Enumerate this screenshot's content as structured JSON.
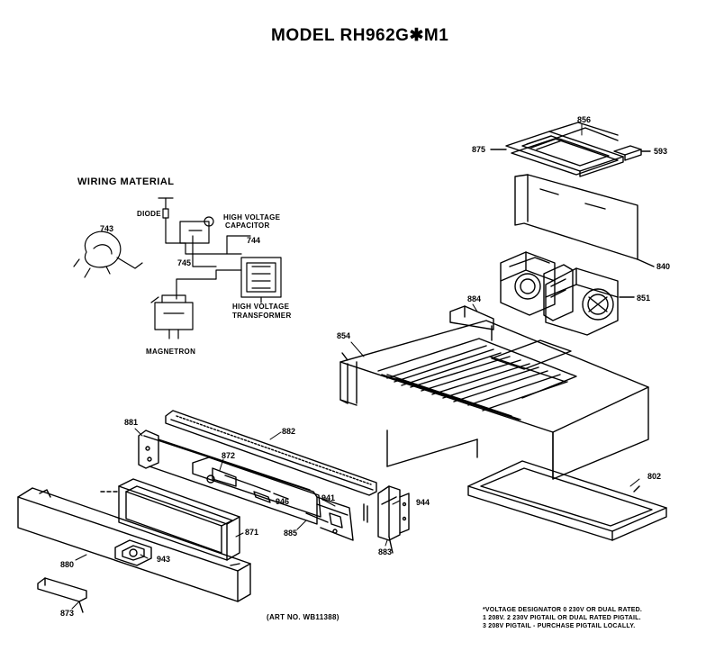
{
  "title": "MODEL RH962G✱M1",
  "wiring": {
    "heading": "WIRING MATERIAL",
    "diode": "DIODE",
    "capacitor_line1": "HIGH VOLTAGE",
    "capacitor_line2": "CAPACITOR",
    "transformer_line1": "HIGH VOLTAGE",
    "transformer_line2": "TRANSFORMER",
    "magnetron": "MAGNETRON",
    "p743": "743",
    "p744": "744",
    "p745": "745"
  },
  "parts": {
    "p856": "856",
    "p875": "875",
    "p593": "593",
    "p840": "840",
    "p851": "851",
    "p884": "884",
    "p854": "854",
    "p881": "881",
    "p882": "882",
    "p872": "872",
    "p946": "946",
    "p941": "941",
    "p944": "944",
    "p802": "802",
    "p871": "871",
    "p885": "885",
    "p883": "883",
    "p880": "880",
    "p943": "943",
    "p873": "873"
  },
  "footer": {
    "art_no": "(ART NO. WB11388)",
    "note1": "*VOLTAGE DESIGNATOR 0  230V OR DUAL RATED.",
    "note2": "1  208V. 2  230V  PIGTAIL OR DUAL RATED PIGTAIL.",
    "note3": "3  208V  PIGTAIL - PURCHASE PIGTAIL LOCALLY."
  }
}
